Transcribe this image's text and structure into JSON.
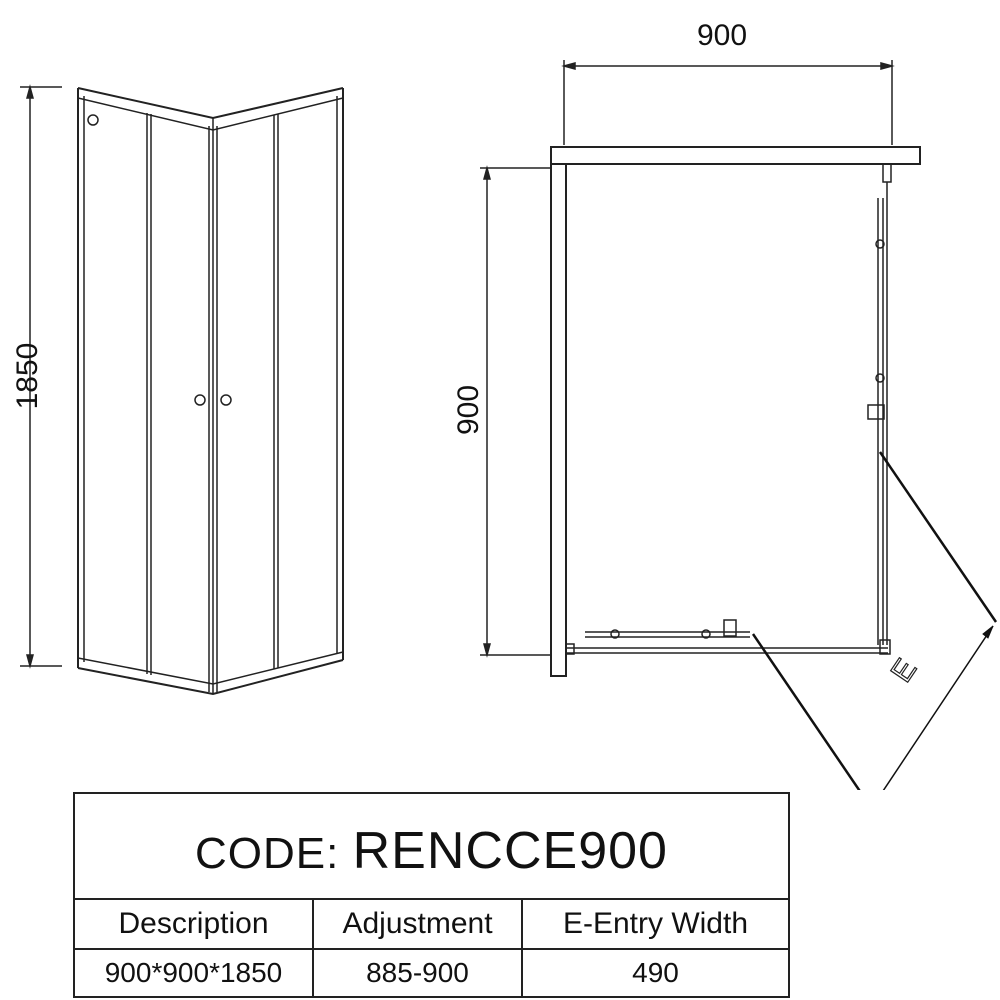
{
  "drawing": {
    "height_dim": "1850",
    "plan_width_dim": "900",
    "plan_depth_dim": "900",
    "entry_label": "E"
  },
  "spec_table": {
    "code_label": "CODE:",
    "code_value": "RENCCE900",
    "headers": [
      "Description",
      "Adjustment",
      "E-Entry Width"
    ],
    "values": [
      "900*900*1850",
      "885-900",
      "490"
    ]
  }
}
